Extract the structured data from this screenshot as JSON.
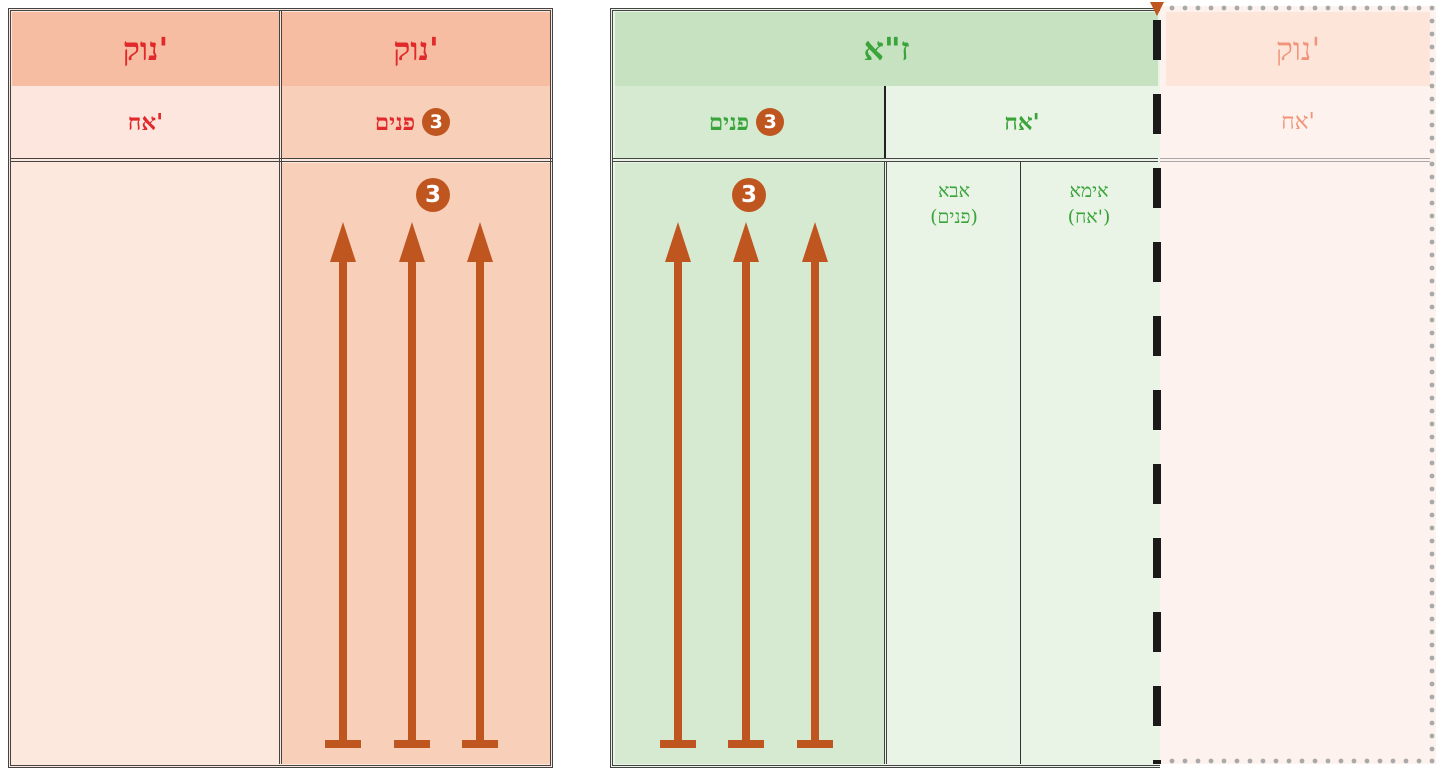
{
  "colors": {
    "nok_header": "#f6bda3",
    "nok_sub": "#fde6dd",
    "nok_panim_sub": "#f8cfb9",
    "nok_body_light": "#fde8de",
    "nok_body_panim": "#f8d0ba",
    "za_header": "#c6e2c1",
    "za_panim": "#d6ead2",
    "za_light": "#e9f4e6",
    "ghost_header": "#fde5da",
    "ghost_body": "#fdf2ed",
    "arrow": "#c0561f",
    "red_text": "#e1292c",
    "green_text": "#3aa43a",
    "ghost_text": "#f1957a"
  },
  "left_table": {
    "col_left": {
      "header": "נוק'",
      "sub": "אח'"
    },
    "col_right": {
      "header": "נוק'",
      "sub": "פנים",
      "badge": "3",
      "body_badge": "3"
    }
  },
  "right_table": {
    "za": {
      "header": "ז\"א",
      "panim_sub": "פנים",
      "badge": "3",
      "achor_sub": "אח'",
      "body_badge": "3"
    },
    "abba": {
      "line1": "אבא",
      "line2": "(פנים)"
    },
    "ima": {
      "line1": "אימא",
      "line2": "(אח')"
    },
    "ghost": {
      "header": "נוק'",
      "sub": "אח'"
    }
  }
}
